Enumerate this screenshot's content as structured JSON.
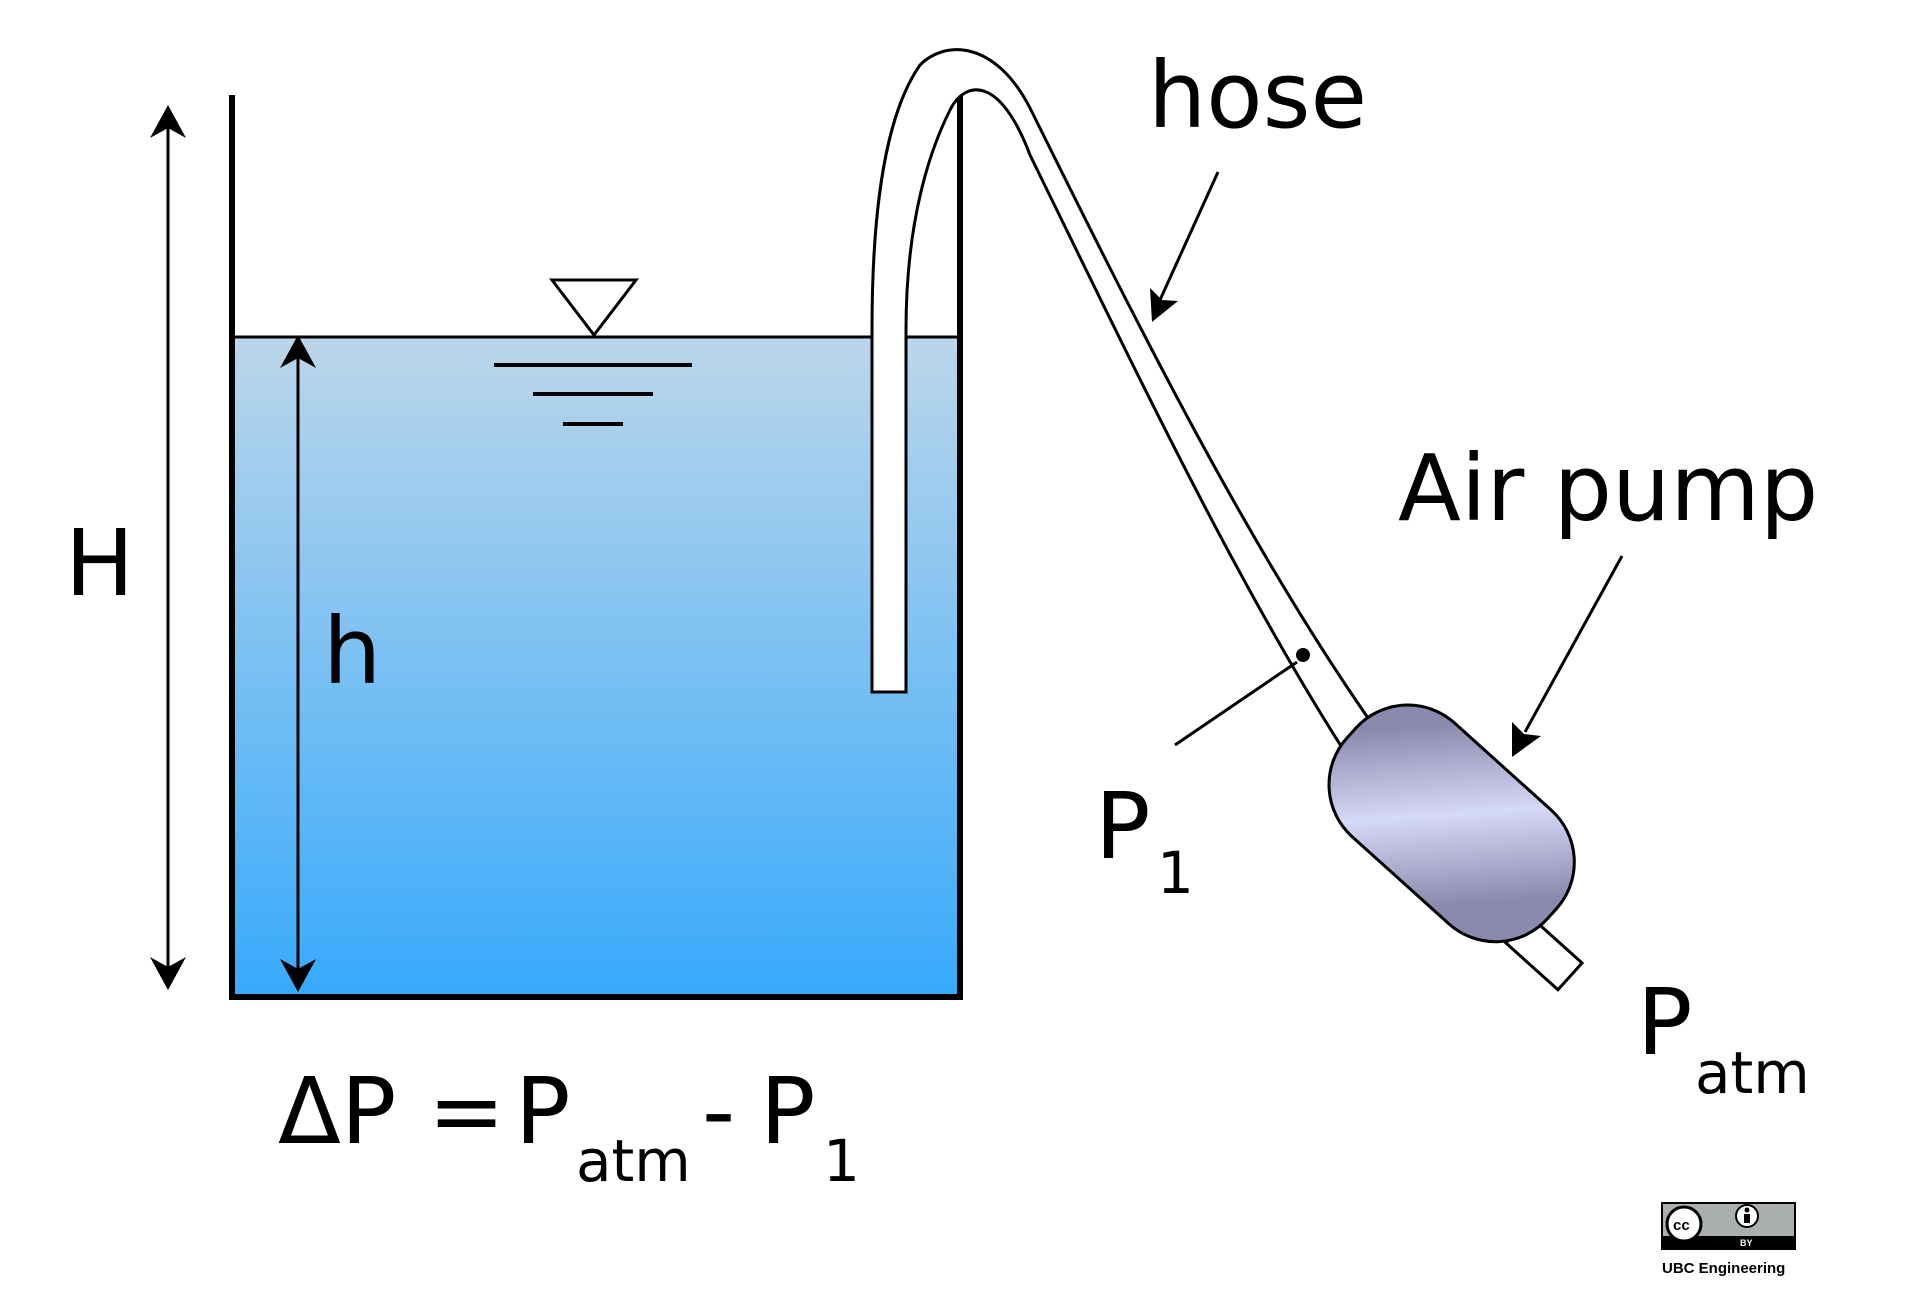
{
  "labels": {
    "H": "H",
    "h": "h",
    "hose": "hose",
    "air_pump": "Air pump",
    "p1_main": "P",
    "p1_sub": "1",
    "patm_main": "P",
    "patm_sub": "atm"
  },
  "equation": {
    "delta": "ΔP",
    "equals": "=",
    "p_main": "P",
    "p_sub": "atm",
    "minus": "-",
    "p1_main": "P",
    "p1_sub": "1"
  },
  "license": {
    "cc": "cc",
    "by": "BY",
    "credit": "UBC Engineering"
  },
  "colors": {
    "water_top": "#bcd6ea",
    "water_bottom": "#37aafc",
    "pump_dark": "#8c8cb0",
    "pump_light": "#d4d6f6",
    "stroke": "#000000"
  }
}
